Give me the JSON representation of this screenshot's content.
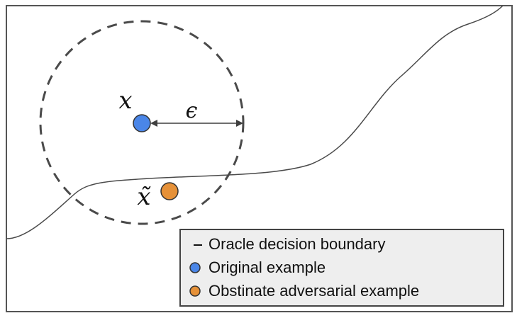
{
  "diagram": {
    "labels": {
      "original_point": "x",
      "adversarial_point": "x̃",
      "epsilon": "ϵ"
    },
    "colors": {
      "original": "#4a86e8",
      "adversarial": "#e69138",
      "boundary": "#4a4a4a",
      "circle": "#4a4a4a",
      "frame": "#555555",
      "legend_bg": "#eeeeee"
    },
    "legend": {
      "items": [
        {
          "marker": "line",
          "label": "Oracle decision boundary"
        },
        {
          "marker": "dot-blue",
          "label": "Original example"
        },
        {
          "marker": "dot-orange",
          "label": "Obstinate adversarial example"
        }
      ]
    }
  }
}
